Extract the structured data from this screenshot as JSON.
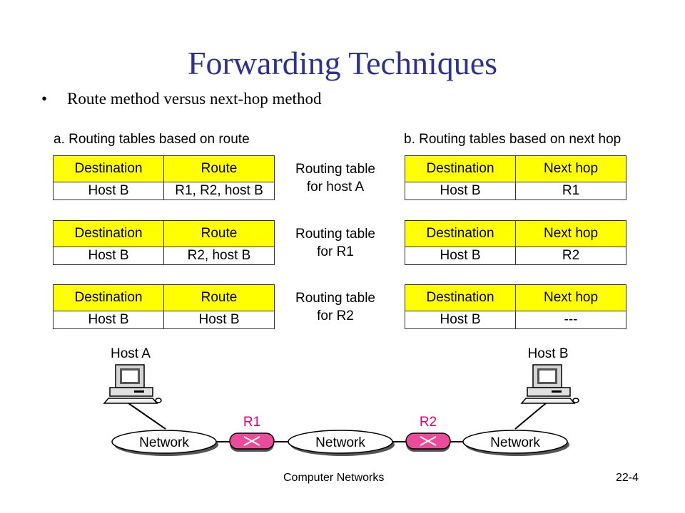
{
  "slide": {
    "title": "Forwarding Techniques",
    "bullet": "Route method versus next-hop method",
    "footer_left": "Computer Networks",
    "footer_right": "22-4"
  },
  "section_a": {
    "label": "a. Routing tables based on route",
    "tables": [
      {
        "headers": [
          "Destination",
          "Route"
        ],
        "row": [
          "Host B",
          "R1, R2, host B"
        ]
      },
      {
        "headers": [
          "Destination",
          "Route"
        ],
        "row": [
          "Host B",
          "R2, host B"
        ]
      },
      {
        "headers": [
          "Destination",
          "Route"
        ],
        "row": [
          "Host B",
          "Host B"
        ]
      }
    ]
  },
  "section_b": {
    "label": "b. Routing tables based on next hop",
    "tables": [
      {
        "headers": [
          "Destination",
          "Next hop"
        ],
        "row": [
          "Host B",
          "R1"
        ]
      },
      {
        "headers": [
          "Destination",
          "Next hop"
        ],
        "row": [
          "Host B",
          "R2"
        ]
      },
      {
        "headers": [
          "Destination",
          "Next hop"
        ],
        "row": [
          "Host B",
          "---"
        ]
      }
    ]
  },
  "table_labels": [
    {
      "line1": "Routing table",
      "line2": "for host A"
    },
    {
      "line1": "Routing table",
      "line2": "for R1"
    },
    {
      "line1": "Routing table",
      "line2": "for R2"
    }
  ],
  "network": {
    "host_a": "Host A",
    "host_b": "Host B",
    "router_1": "R1",
    "router_2": "R2",
    "networks": [
      "Network",
      "Network",
      "Network"
    ]
  },
  "colors": {
    "title": "#2e3192",
    "header_fill": "#ffff00",
    "router": "#ec4a9b",
    "router_label": "#e6007e"
  }
}
